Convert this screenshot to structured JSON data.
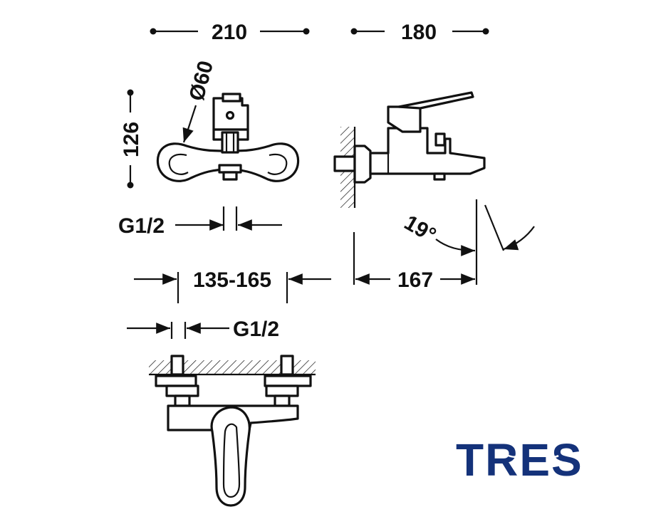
{
  "dimensions": {
    "width_210": "210",
    "depth_180": "180",
    "diameter_60": "Ø60",
    "height_126": "126",
    "thread_top": "G1/2",
    "centers": "135-165",
    "projection_167": "167",
    "angle_19": "19°",
    "thread_bottom": "G1/2"
  },
  "brand": {
    "logo_text": "TRES",
    "color": "#14327a"
  }
}
